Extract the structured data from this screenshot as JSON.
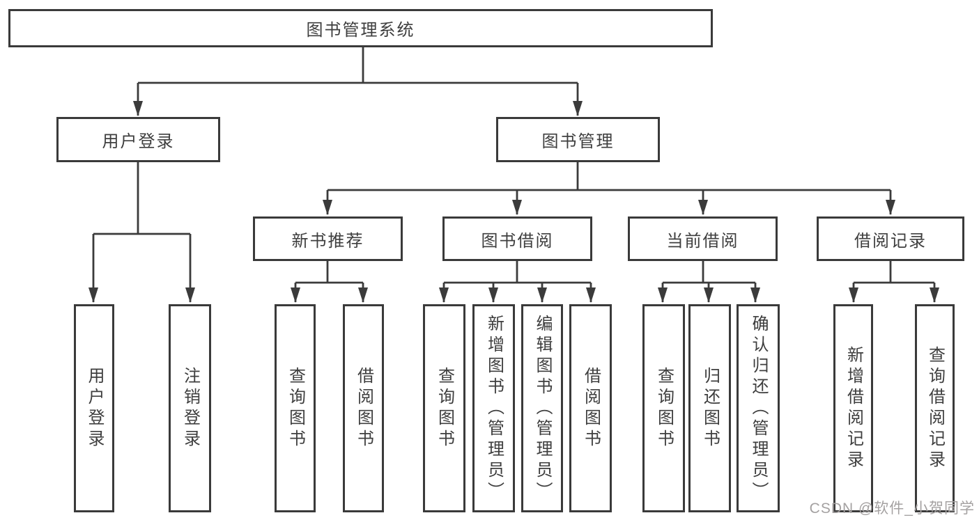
{
  "diagram": {
    "title": "图书管理系统",
    "nodes": {
      "root": "图书管理系统",
      "userLogin": "用户登录",
      "bookManagement": "图书管理",
      "newBookRecommend": "新书推荐",
      "bookBorrow": "图书借阅",
      "currentBorrow": "当前借阅",
      "borrowRecords": "借阅记录",
      "leafUserLogin": "用户登录",
      "leafLogout": "注销登录",
      "leafQueryBook1": "查询图书",
      "leafBorrowBook1": "借阅图书",
      "leafQueryBook2": "查询图书",
      "leafAddBookAdmin": "新增图书（管理员）",
      "leafEditBookAdmin": "编辑图书（管理员）",
      "leafBorrowBook2": "借阅图书",
      "leafQueryBook3": "查询图书",
      "leafReturnBook": "归还图书",
      "leafConfirmReturnAdmin": "确认归还（管理员）",
      "leafAddBorrowRecord": "新增借阅记录",
      "leafQueryBorrowRecord": "查询借阅记录"
    },
    "colors": {
      "line": "#3b3b3b",
      "border": "#3a3a3a",
      "text": "#3e3e3e",
      "background": "#ffffff",
      "watermark": "#a4a1a1"
    },
    "watermark": "CSDN @软件_小贺同学"
  }
}
